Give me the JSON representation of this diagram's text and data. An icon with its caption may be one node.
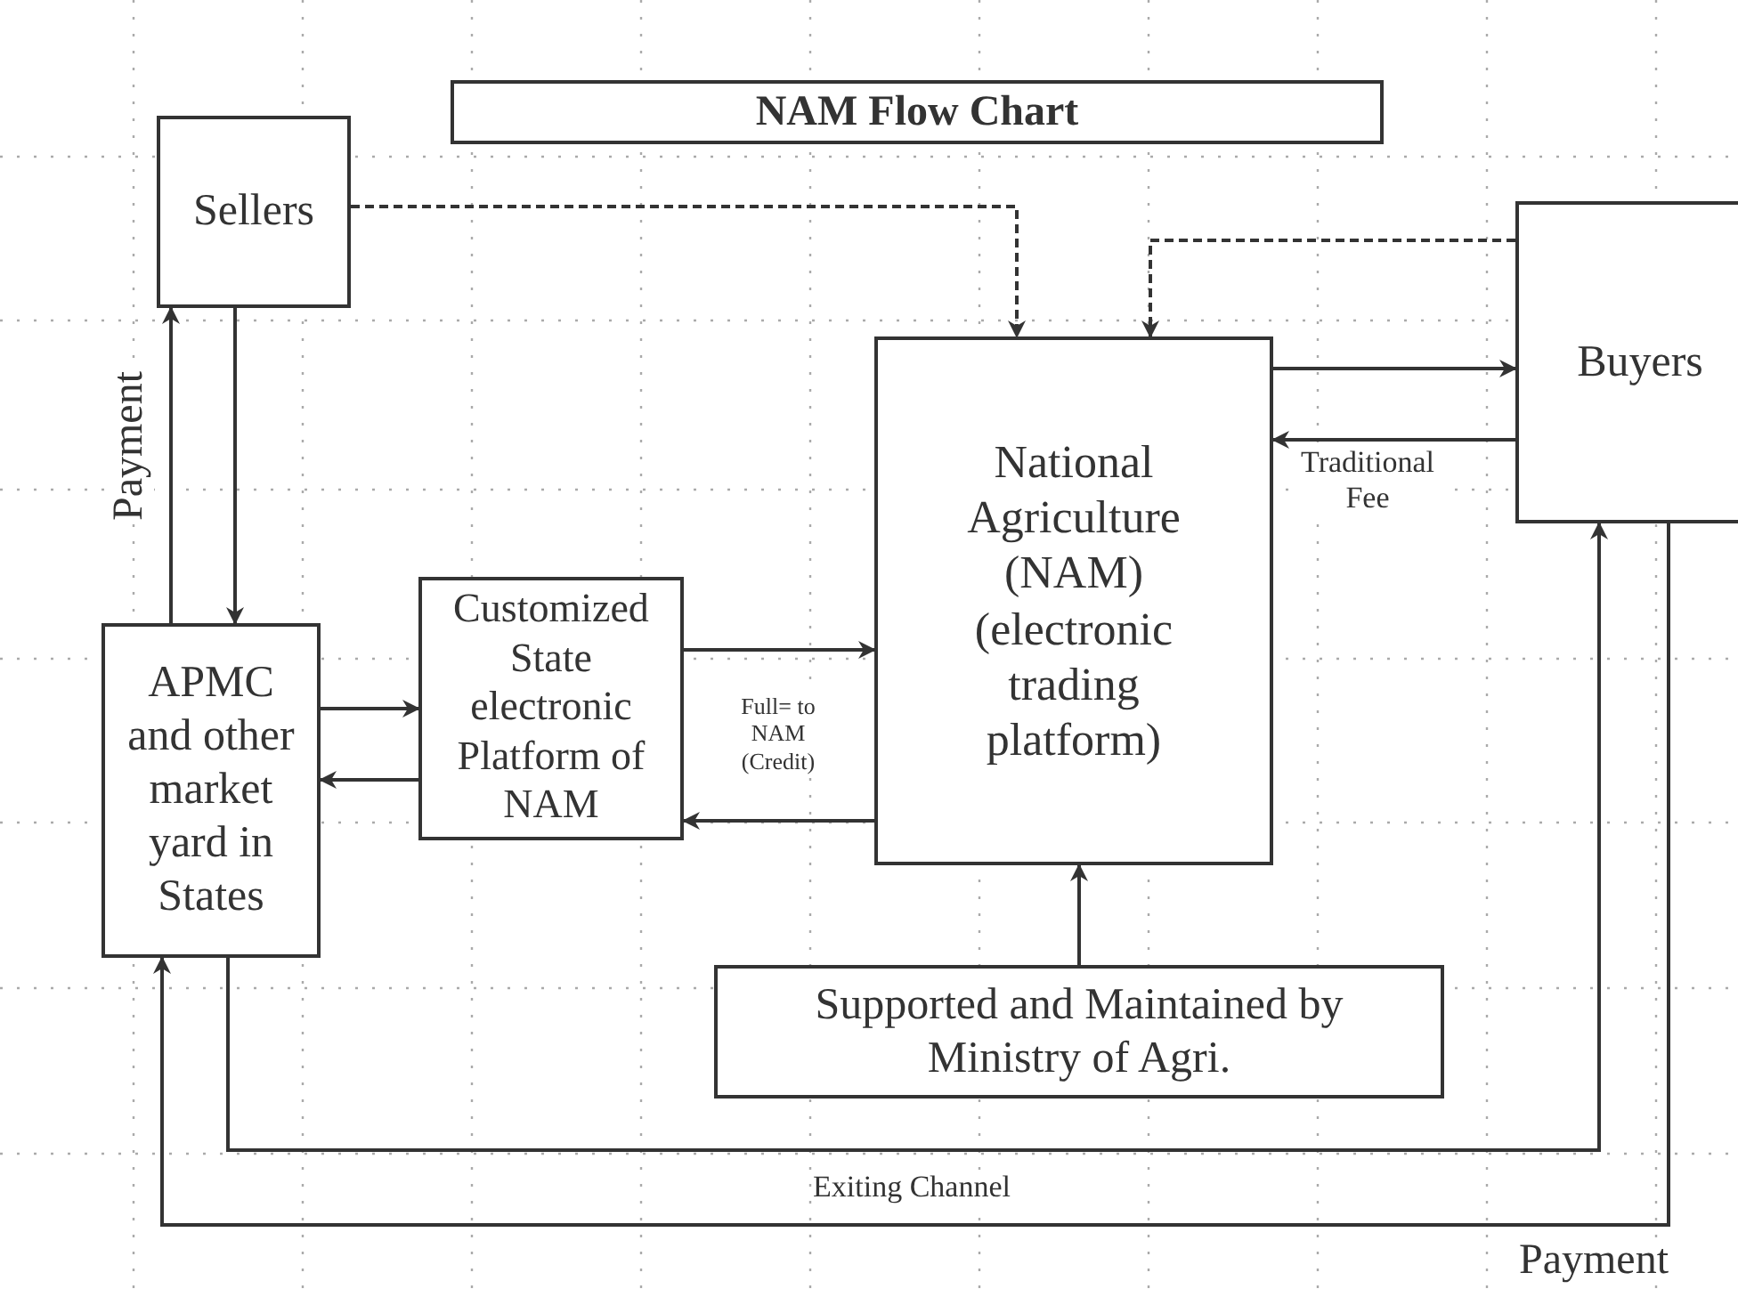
{
  "diagram": {
    "title": "NAM Flow Chart",
    "nodes": [
      {
        "text": [
          "Sellers"
        ]
      },
      {
        "text": [
          "Buyers"
        ]
      },
      {
        "text": [
          "National Agriculture (NAM) (electronic trading platform)"
        ]
      },
      {
        "text": [
          "APMC and other market yard in States"
        ]
      },
      {
        "text": [
          "Customized State electronic Platform of NAM"
        ]
      },
      {
        "text": [
          "Supported and Maintained by Ministry of Agri."
        ]
      }
    ],
    "edges": [
      {
        "from": 0,
        "to": 2,
        "arrow": "to",
        "style": "dashed"
      },
      {
        "from": 1,
        "to": 2,
        "arrow": "to",
        "style": "dashed"
      },
      {
        "from": 2,
        "to": 1,
        "arrow": "to"
      },
      {
        "from": 1,
        "to": 2,
        "arrow": "to",
        "label": "Traditional Fee"
      },
      {
        "from": 3,
        "to": 0,
        "arrow": "to",
        "label": "Payment"
      },
      {
        "from": 0,
        "to": 3,
        "arrow": "to"
      },
      {
        "from": 3,
        "to": 4,
        "arrow": "to"
      },
      {
        "from": 4,
        "to": 3,
        "arrow": "to"
      },
      {
        "from": 4,
        "to": 2,
        "arrow": "to",
        "label": "Full= to NAM (Credit)"
      },
      {
        "from": 2,
        "to": 4,
        "arrow": "to"
      },
      {
        "from": 5,
        "to": 2,
        "arrow": "to"
      },
      {
        "from": 3,
        "to": 1,
        "arrow": "to",
        "label": "Exiting Channel"
      },
      {
        "from": 1,
        "to": 3,
        "arrow": "to",
        "label": "Payment"
      }
    ]
  }
}
